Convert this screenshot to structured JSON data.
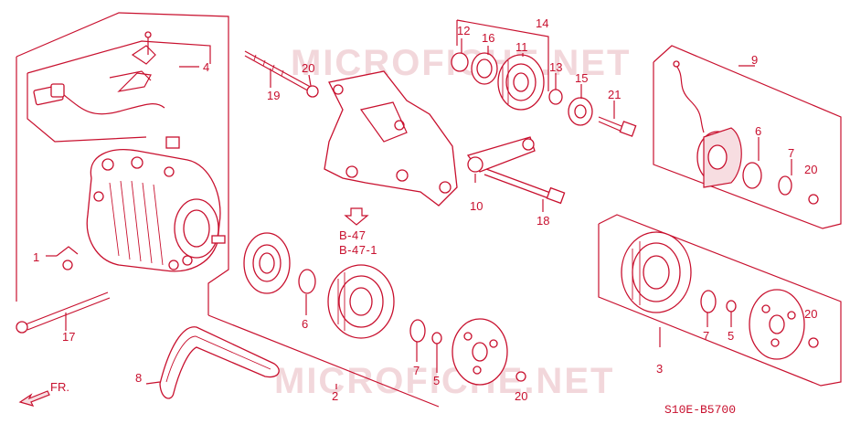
{
  "watermark": "MICROFICHE.NET",
  "diagram_code": "S10E-B5700",
  "front_label": "FR.",
  "refs": [
    "B-47",
    "B-47-1"
  ],
  "callouts": {
    "c1": "1",
    "c2": "2",
    "c3": "3",
    "c4": "4",
    "c5a": "5",
    "c5b": "5",
    "c6a": "6",
    "c6b": "6",
    "c7a": "7",
    "c7b": "7",
    "c7c": "7",
    "c8": "8",
    "c9": "9",
    "c10": "10",
    "c11": "11",
    "c12": "12",
    "c13": "13",
    "c14": "14",
    "c15": "15",
    "c16": "16",
    "c17": "17",
    "c18": "18",
    "c19": "19",
    "c20a": "20",
    "c20b": "20",
    "c20c": "20",
    "c20d": "20",
    "c21": "21"
  },
  "colors": {
    "line": "#c8102e",
    "watermark": "#e9b8be",
    "background": "#ffffff"
  }
}
